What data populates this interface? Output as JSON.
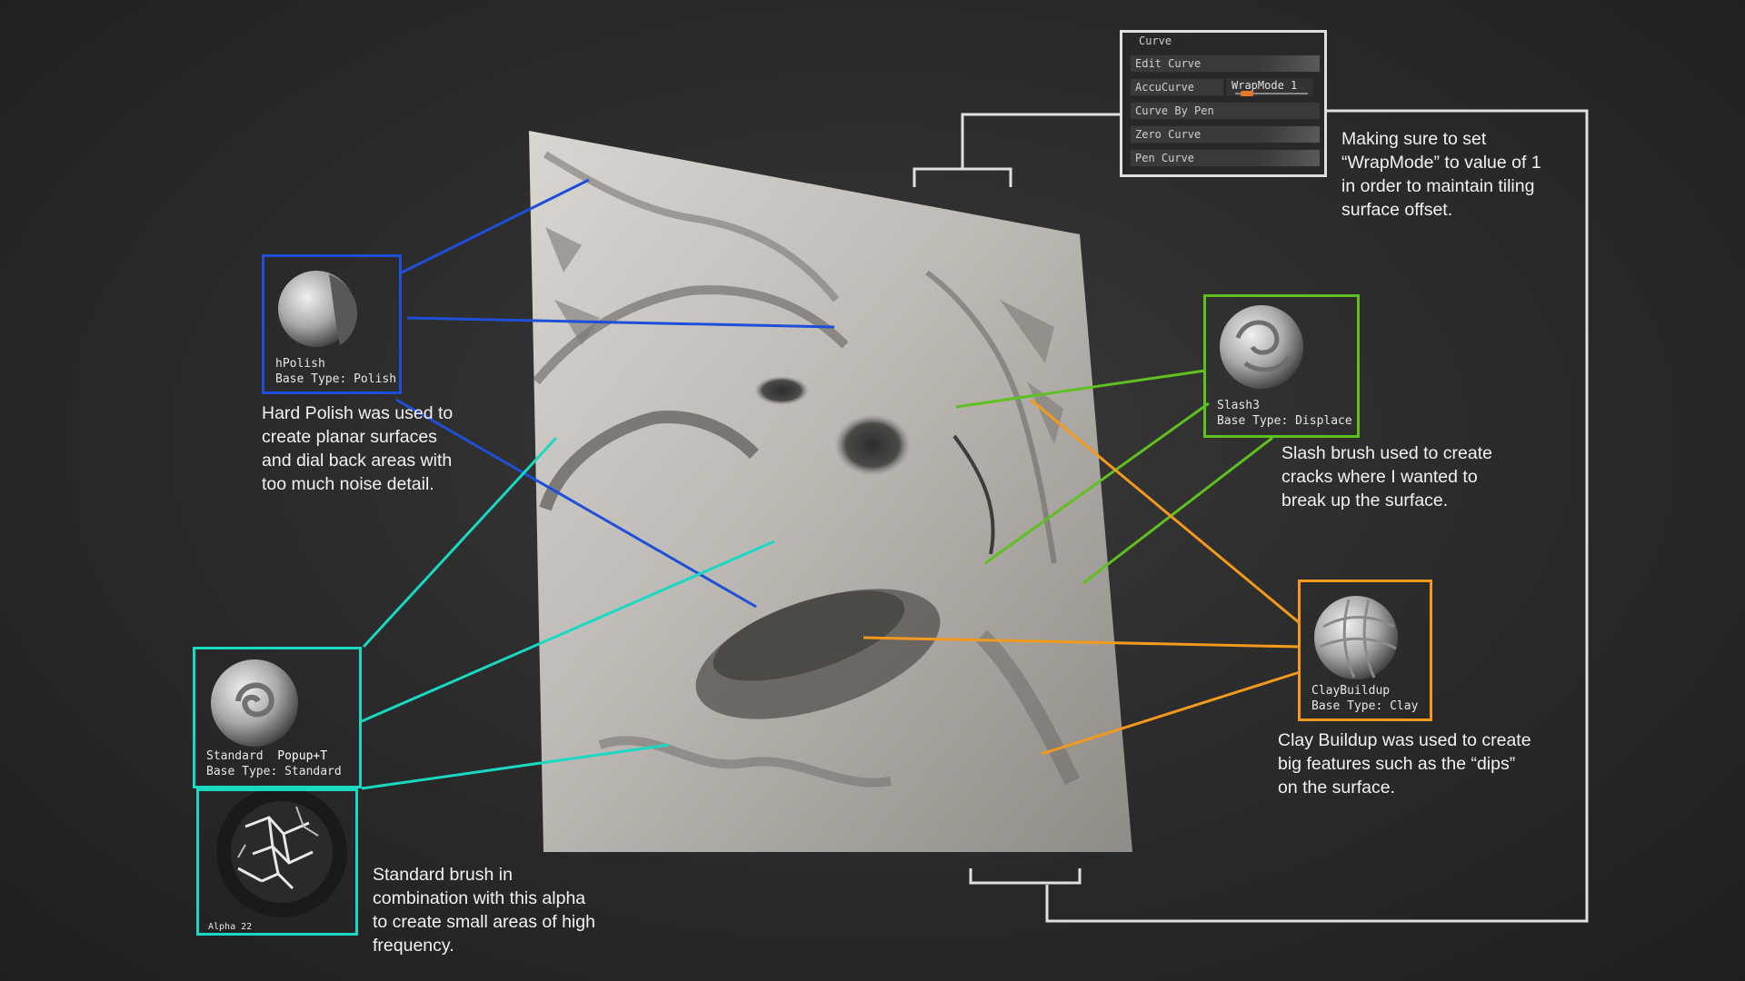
{
  "colors": {
    "background": "#2b2b2b",
    "polish_line": "#1e4fd8",
    "standard_line": "#19d9c2",
    "slash_line": "#5fc11f",
    "clay_line": "#f39a1c",
    "bracket_line": "#e0e0e0"
  },
  "curve_panel": {
    "title": "Curve",
    "rows": {
      "edit_curve": "Edit Curve",
      "accucurve": "AccuCurve",
      "wrapmode": "WrapMode 1",
      "curve_by_pen": "Curve By Pen",
      "zero_curve": "Zero Curve",
      "pen_curve": "Pen Curve"
    },
    "wrapmode_value": 1
  },
  "brushes": {
    "hpolish": {
      "name": "hPolish",
      "base_type": "Base Type: Polish",
      "icon": "hpolish-sphere-icon"
    },
    "slash3": {
      "name": "Slash3",
      "base_type": "Base Type: Displace",
      "icon": "slash-sphere-icon"
    },
    "claybuildup": {
      "name": "ClayBuildup",
      "base_type": "Base Type: Clay",
      "icon": "clay-sphere-icon"
    },
    "standard": {
      "name": "Standard",
      "shortcut": "Popup+T",
      "base_type": "Base Type: Standard",
      "icon": "standard-sphere-icon"
    },
    "alpha": {
      "name": "Alpha 22",
      "icon": "crack-alpha-icon"
    }
  },
  "annotations": {
    "wrapmode_note": [
      "Making sure to set",
      "“WrapMode” to value of 1",
      "in order to maintain tiling",
      "surface offset."
    ],
    "hpolish_note": [
      "Hard Polish was used to",
      "create planar surfaces",
      "and dial back areas with",
      "too much noise detail."
    ],
    "slash_note": [
      "Slash brush used to create",
      "cracks where I wanted to",
      "break up the surface."
    ],
    "clay_note": [
      "Clay Buildup was used to create",
      "big features such as the “dips”",
      "on the surface."
    ],
    "standard_note": [
      "Standard brush in",
      "combination with this alpha",
      "to create small areas of high",
      "frequency."
    ]
  }
}
